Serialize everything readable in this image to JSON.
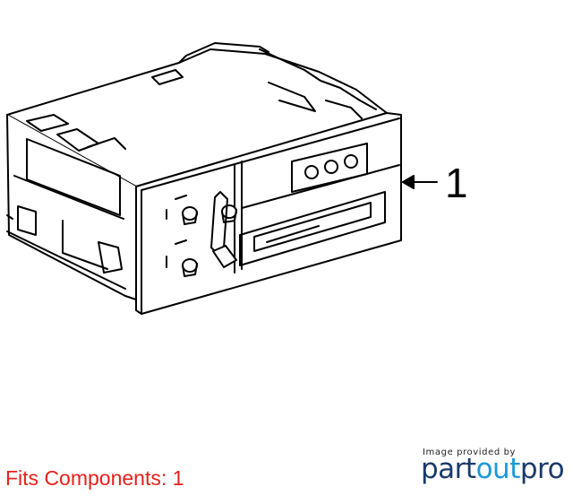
{
  "diagram": {
    "callout_number": "1",
    "fits_text": "Fits Components: 1"
  },
  "credit": {
    "provided_by": "Image provided by",
    "brand_part": "part",
    "brand_out": "out",
    "brand_pro": "pro"
  },
  "colors": {
    "fits_text": "#e8201c",
    "brand_dark": "#1a3a6b",
    "brand_light": "#1a9ad6"
  }
}
